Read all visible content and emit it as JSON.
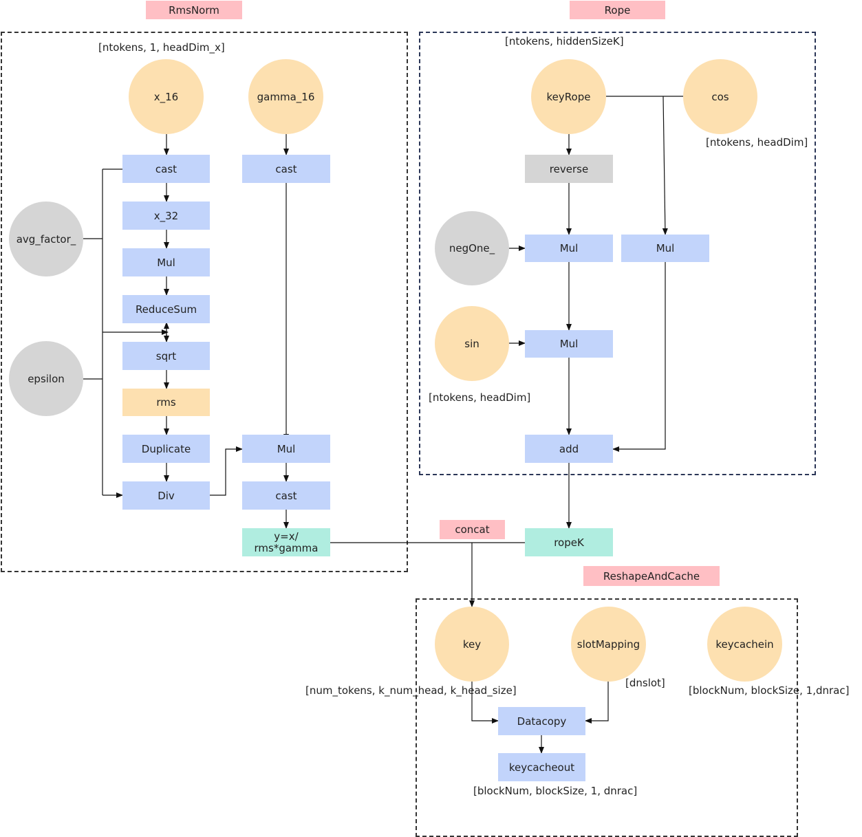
{
  "sections": {
    "rmsnorm": "RmsNorm",
    "rope": "Rope",
    "concat": "concat",
    "reshape": "ReshapeAndCache"
  },
  "rmsnorm": {
    "shape_note": "[ntokens, 1, headDim_x]",
    "x16": "x_16",
    "gamma16": "gamma_16",
    "avg_factor": "avg_factor_",
    "epsilon": "epsilon",
    "cast_left": "cast",
    "cast_right": "cast",
    "x32": "x_32",
    "mul": "Mul",
    "reducesum": "ReduceSum",
    "sqrt": "sqrt",
    "rms": "rms",
    "duplicate": "Duplicate",
    "div": "Div",
    "mul_right": "Mul",
    "cast_out": "cast",
    "output": "y=x/\nrms*gamma"
  },
  "rope": {
    "shape_note": "[ntokens, hiddenSizeK]",
    "keyrope": "keyRope",
    "cos": "cos",
    "cos_shape": "[ntokens, headDim]",
    "reverse": "reverse",
    "negone": "negOne_",
    "mul_neg": "Mul",
    "mul_cos": "Mul",
    "sin": "sin",
    "sin_shape": "[ntokens, headDim]",
    "mul_sin": "Mul",
    "add": "add",
    "ropek": "ropeK"
  },
  "cache": {
    "key": "key",
    "slotmapping": "slotMapping",
    "keycachein": "keycachein",
    "key_shape": "[num_tokens, k_num_head, k_head_size]",
    "slot_shape": "[dnslot]",
    "cachein_shape": "[blockNum, blockSize, 1,dnrac]",
    "datacopy": "Datacopy",
    "keycacheout": "keycacheout",
    "cacheout_shape": "[blockNum, blockSize, 1, dnrac]"
  }
}
